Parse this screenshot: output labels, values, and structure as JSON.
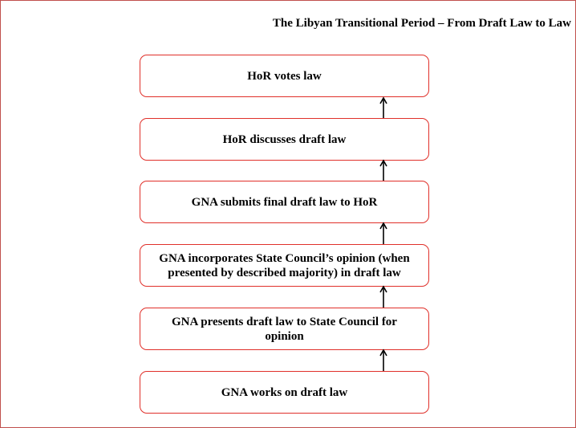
{
  "diagram": {
    "title": "The Libyan Transitional Period – From Draft Law to Law",
    "steps": [
      {
        "label": "HoR votes law"
      },
      {
        "label": "HoR discusses draft law"
      },
      {
        "label": "GNA submits final draft law to HoR"
      },
      {
        "label": "GNA incorporates State Council’s opinion (when presented by described majority) in draft law"
      },
      {
        "label": "GNA presents draft law to State Council for opinion"
      },
      {
        "label": "GNA works on draft law"
      }
    ],
    "colors": {
      "box_border": "#e0302a",
      "frame_border": "#c0504d",
      "arrow": "#000000",
      "text": "#000000"
    }
  }
}
